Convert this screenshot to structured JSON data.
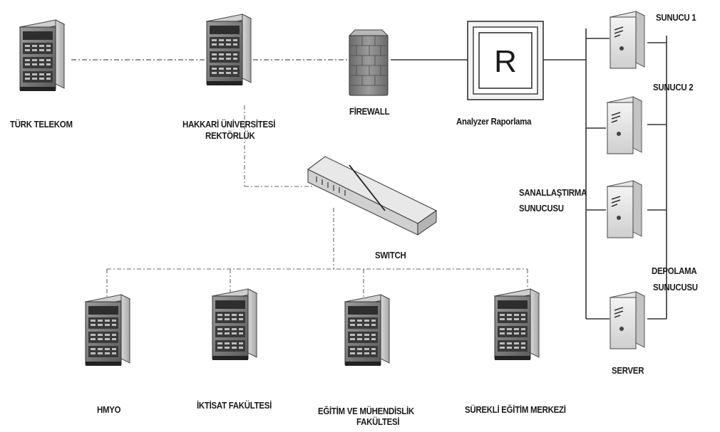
{
  "nodes": {
    "turk_telekom": "TÜRK TELEKOM",
    "rektorluk_line1": "HAKKARİ ÜNİVERSİTESİ",
    "rektorluk_line2": "REKTÖRLÜK",
    "firewall": "FİREWALL",
    "analyzer_letter": "R",
    "analyzer": "Analyzer Raporlama",
    "sunucu1": "SUNUCU 1",
    "sunucu2": "SUNUCU 2",
    "sanallastirma_line1": "SANALLAŞTIRMA",
    "sanallastirma_line2": "SUNUCUSU",
    "depolama_line1": "DEPOLAMA",
    "depolama_line2": "SUNUCUSU",
    "server": "SERVER",
    "switch": "SWITCH",
    "hmyo": "HMYO",
    "iktisat": "İKTİSAT FAKÜLTESİ",
    "egitim_line1": "EĞİTİM VE MÜHENDİSLİK",
    "egitim_line2": "FAKÜLTESİ",
    "surekli": "SÜREKLİ EĞİTİM MERKEZİ"
  }
}
